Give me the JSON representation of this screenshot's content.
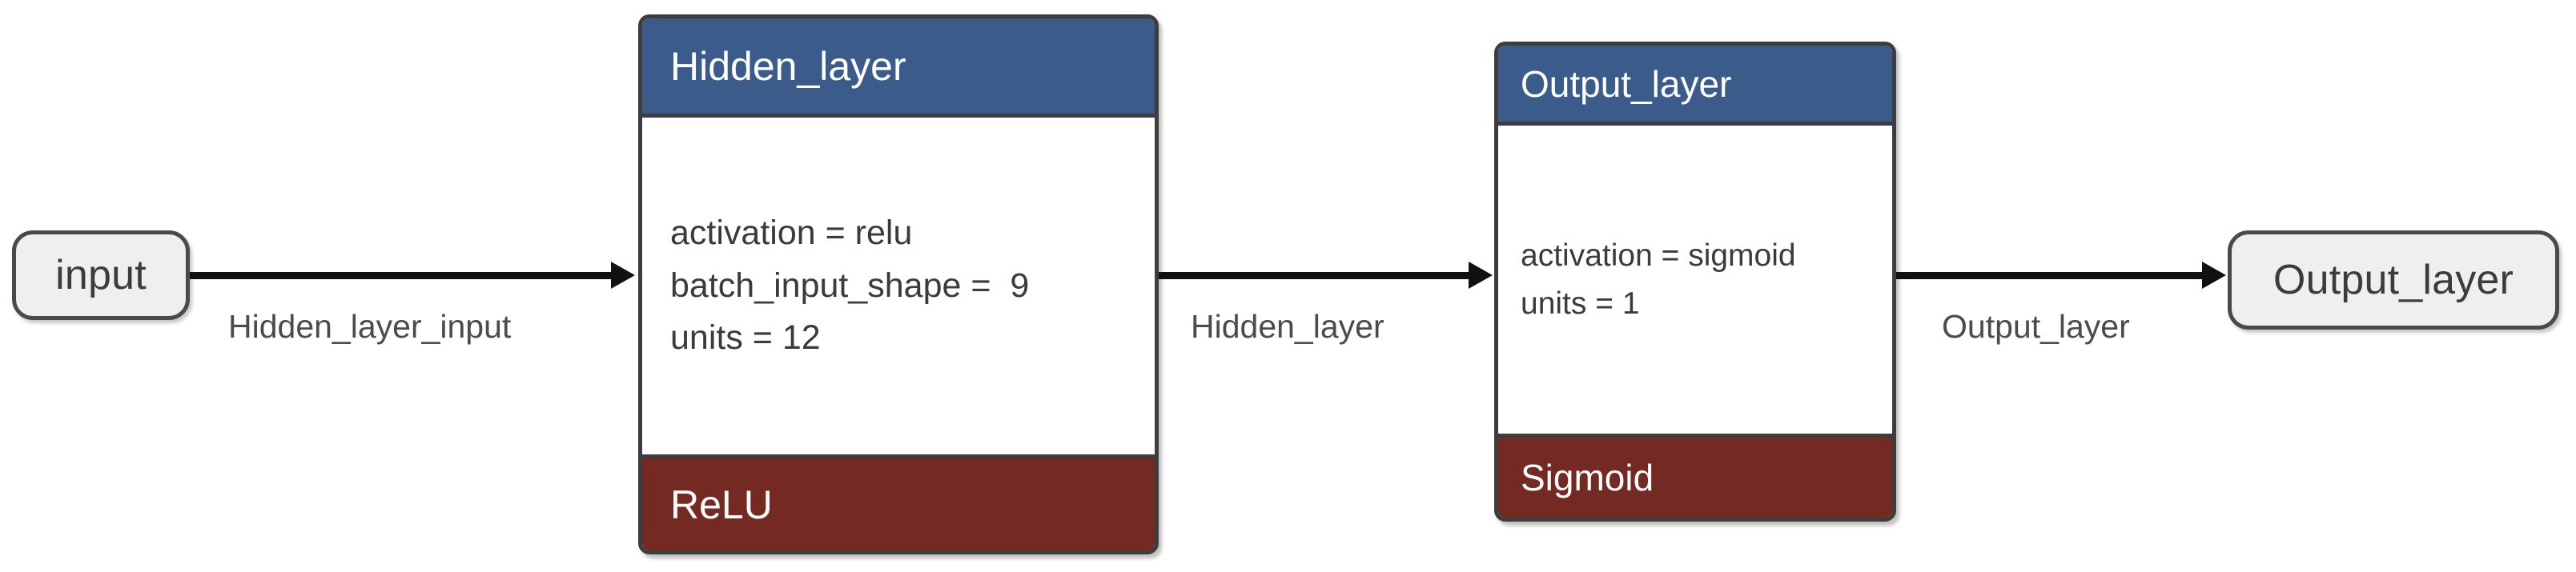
{
  "diagram": {
    "type": "neural-network-model-graph",
    "title": "",
    "colors": {
      "header_blue": "#3B5C8A",
      "footer_red": "#752923",
      "node_fill": "#EFEFEF",
      "border": "#3D3D3D",
      "text_dark": "#3B3B3B",
      "text_light": "#FFFFFF",
      "arrow": "#111111",
      "background": "#FFFFFF"
    },
    "nodes": [
      {
        "id": "input",
        "kind": "terminal",
        "label": "input"
      },
      {
        "id": "hidden_layer",
        "kind": "layer-card",
        "header": "Hidden_layer",
        "params": [
          "activation = relu",
          "batch_input_shape =  9",
          "units = 12"
        ],
        "footer": "ReLU"
      },
      {
        "id": "output_layer",
        "kind": "layer-card",
        "header": "Output_layer",
        "params": [
          "activation = sigmoid",
          "units = 1"
        ],
        "footer": "Sigmoid"
      },
      {
        "id": "output_terminal",
        "kind": "terminal",
        "label": "Output_layer"
      }
    ],
    "edges": [
      {
        "id": "edge-1",
        "from": "input",
        "to": "hidden_layer",
        "label": "Hidden_layer_input"
      },
      {
        "id": "edge-2",
        "from": "hidden_layer",
        "to": "output_layer",
        "label": "Hidden_layer"
      },
      {
        "id": "edge-3",
        "from": "output_layer",
        "to": "output_terminal",
        "label": "Output_layer"
      }
    ]
  }
}
